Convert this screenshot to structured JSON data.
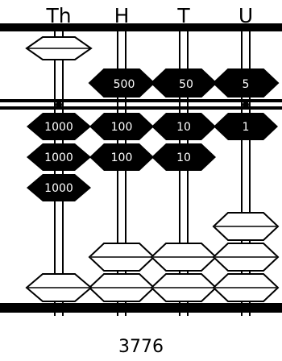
{
  "columns": [
    {
      "label": "Th",
      "upper_bead": {
        "value": "",
        "active": false
      },
      "lower_beads_active": [
        "1000",
        "1000",
        "1000"
      ],
      "lower_beads_inactive_count": 1
    },
    {
      "label": "H",
      "upper_bead": {
        "value": "500",
        "active": true
      },
      "lower_beads_active": [
        "100",
        "100"
      ],
      "lower_beads_inactive_count": 2
    },
    {
      "label": "T",
      "upper_bead": {
        "value": "50",
        "active": true
      },
      "lower_beads_active": [
        "10",
        "10"
      ],
      "lower_beads_inactive_count": 2
    },
    {
      "label": "U",
      "upper_bead": {
        "value": "5",
        "active": true
      },
      "lower_beads_active": [
        "1"
      ],
      "lower_beads_inactive_count": 3
    }
  ],
  "total": "3776",
  "colors": {
    "active_bead": "#000000",
    "inactive_bead": "#ffffff",
    "frame": "#000000"
  }
}
